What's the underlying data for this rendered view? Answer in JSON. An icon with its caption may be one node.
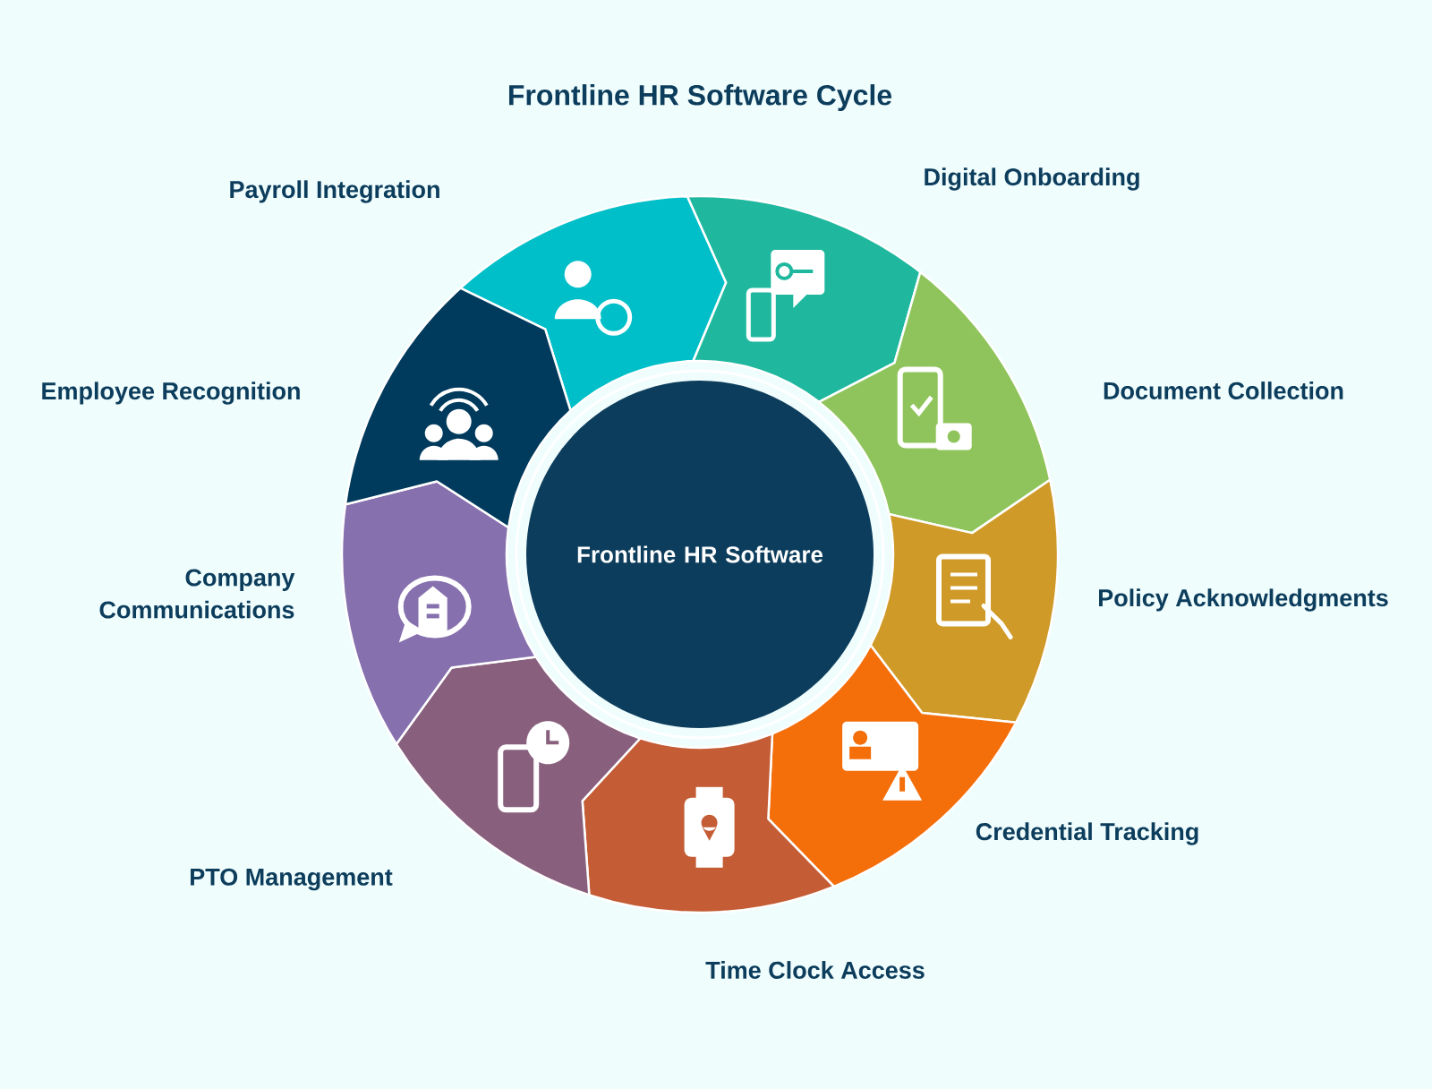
{
  "diagram": {
    "title": "Frontline HR Software Cycle",
    "nodes": [
      {
        "text": [
          "Frontline HR Software"
        ]
      },
      {
        "text": [
          "Payroll Integration"
        ]
      },
      {
        "text": [
          "Digital Onboarding"
        ]
      },
      {
        "text": [
          "Document Collection"
        ]
      },
      {
        "text": [
          "Policy Acknowledgments"
        ]
      },
      {
        "text": [
          "Credential Tracking"
        ]
      },
      {
        "text": [
          "Time Clock Access"
        ]
      },
      {
        "text": [
          "PTO Management"
        ]
      },
      {
        "text": [
          "Company Communications"
        ]
      },
      {
        "text": [
          "Employee Recognition"
        ]
      }
    ]
  }
}
